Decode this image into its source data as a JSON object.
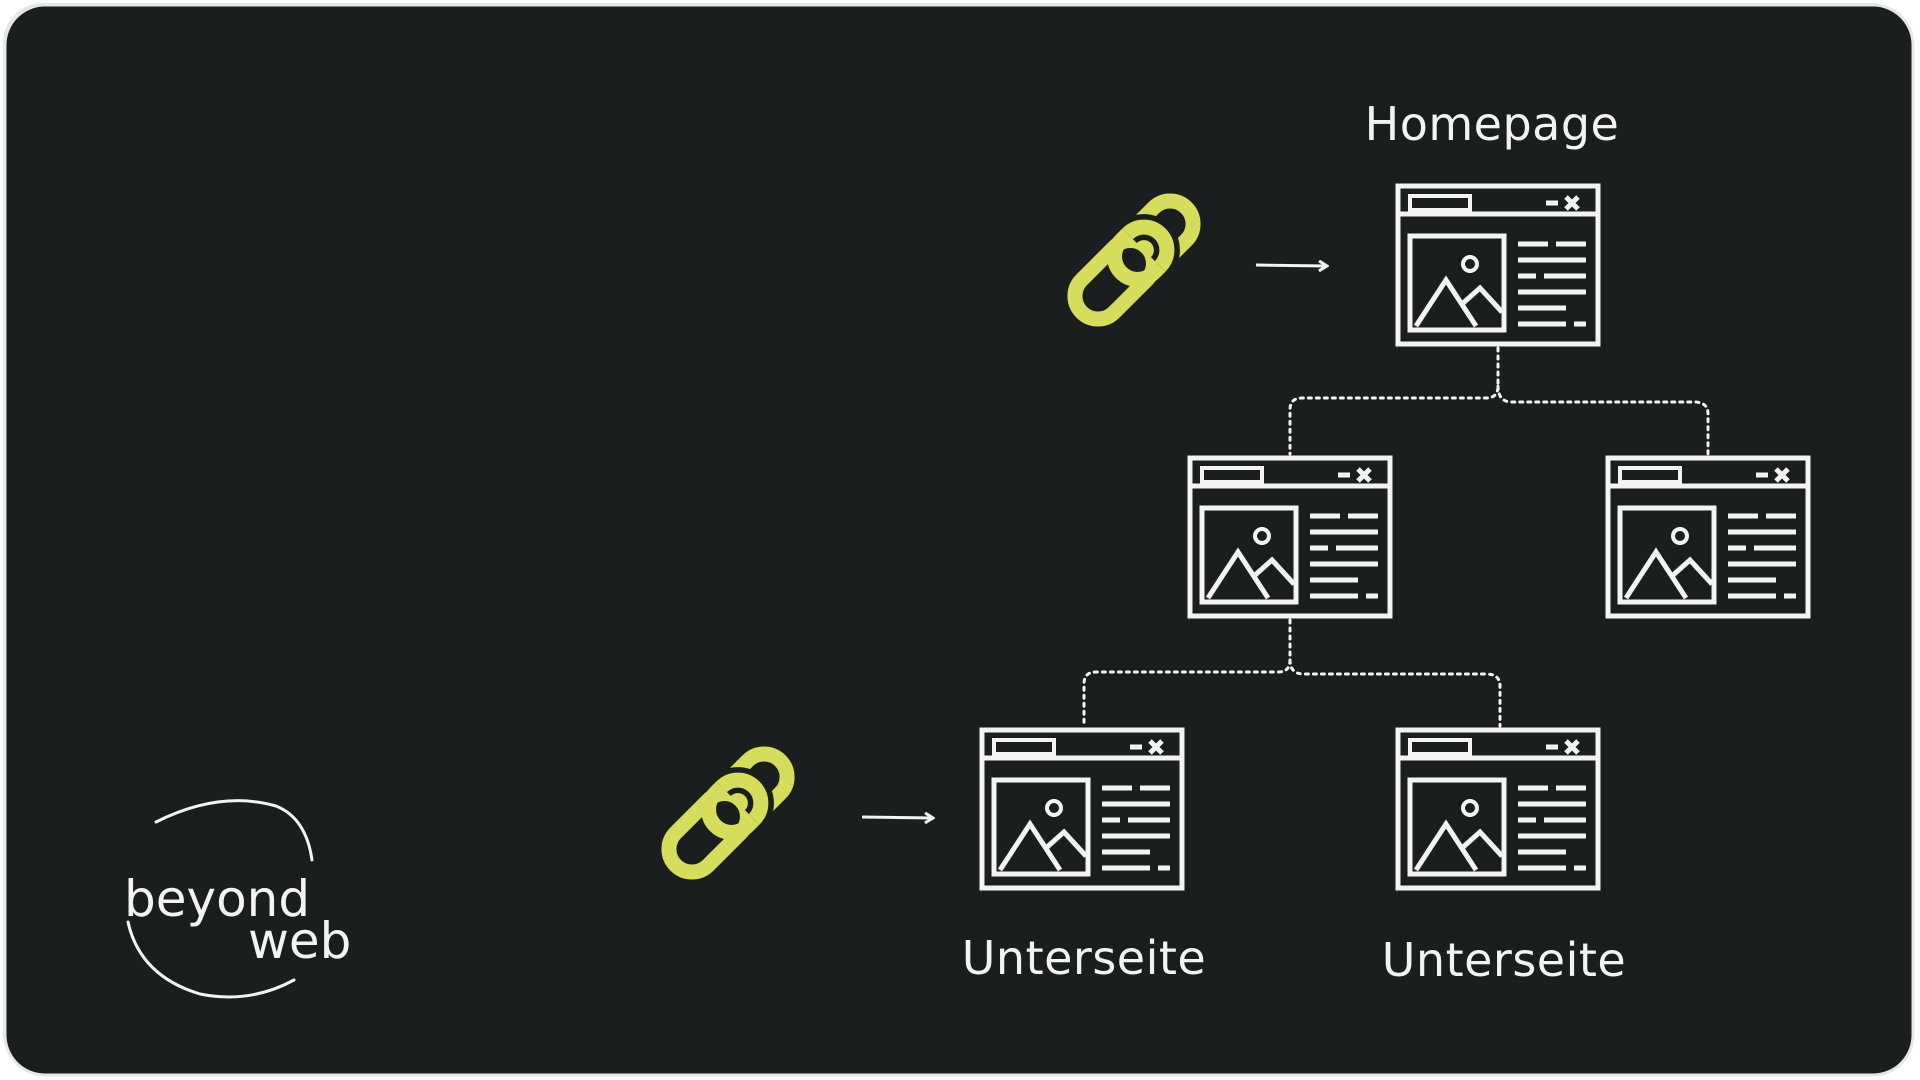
{
  "colors": {
    "background": "#1b1e1e",
    "foreground": "#f3f3f3",
    "link_accent": "#d6dc5b"
  },
  "logo": {
    "line1": "beyond",
    "line2": "web"
  },
  "nodes": {
    "homepage": {
      "label": "Homepage",
      "icon": "browser-window-icon"
    },
    "level2_left": {
      "label": "",
      "icon": "browser-window-icon"
    },
    "level2_right": {
      "label": "",
      "icon": "browser-window-icon"
    },
    "subpage_left": {
      "label": "Unterseite",
      "icon": "browser-window-icon"
    },
    "subpage_right": {
      "label": "Unterseite",
      "icon": "browser-window-icon"
    }
  },
  "links": [
    {
      "icon": "chain-link-icon",
      "target": "homepage"
    },
    {
      "icon": "chain-link-icon",
      "target": "subpage_left"
    }
  ]
}
